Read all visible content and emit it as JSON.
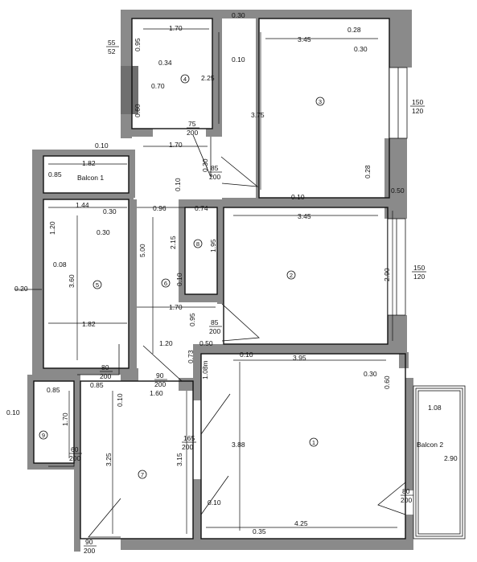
{
  "rooms": [
    {
      "number": "1"
    },
    {
      "number": "2"
    },
    {
      "number": "3"
    },
    {
      "number": "4"
    },
    {
      "number": "5"
    },
    {
      "number": "6"
    },
    {
      "number": "7"
    },
    {
      "number": "8"
    },
    {
      "number": "9"
    }
  ],
  "balconies": [
    "Balcon 1",
    "Balcon 2"
  ],
  "dimensions": [
    "0.30",
    "1.70",
    "0.28",
    "3.45",
    "0.30",
    "0.95",
    "0.34",
    "0.10",
    "0.70",
    "2.25",
    "0.60",
    "3.75",
    "0.10",
    "1.70",
    "0.85",
    "1.82",
    "0.30",
    "0.28",
    "0.50",
    "0.10",
    "1.44",
    "0.30",
    "0.96",
    "0.74",
    "0.10",
    "3.45",
    "1.20",
    "0.30",
    "2.15",
    "1.95",
    "0.08",
    "5.00",
    "3.60",
    "0.10",
    "2.90",
    "0.20",
    "1.70",
    "1.82",
    "0.95",
    "1.20",
    "0.50",
    "0.10",
    "0.73",
    "3.95",
    "1.08m",
    "0.30",
    "0.60",
    "0.85",
    "0.85",
    "0.10",
    "1.60",
    "1.08",
    "0.10",
    "1.70",
    "3.25",
    "3.15",
    "3.88",
    "2.90",
    "0.10",
    "4.25",
    "0.35"
  ],
  "fractions": [
    {
      "num": "55",
      "den": "52"
    },
    {
      "num": "75",
      "den": "200"
    },
    {
      "num": "85",
      "den": "200"
    },
    {
      "num": "150",
      "den": "120"
    },
    {
      "num": "150",
      "den": "120"
    },
    {
      "num": "85",
      "den": "200"
    },
    {
      "num": "80",
      "den": "200"
    },
    {
      "num": "90",
      "den": "200"
    },
    {
      "num": "165",
      "den": "200"
    },
    {
      "num": "60",
      "den": "200"
    },
    {
      "num": "80",
      "den": "200"
    },
    {
      "num": "90",
      "den": "200"
    }
  ]
}
